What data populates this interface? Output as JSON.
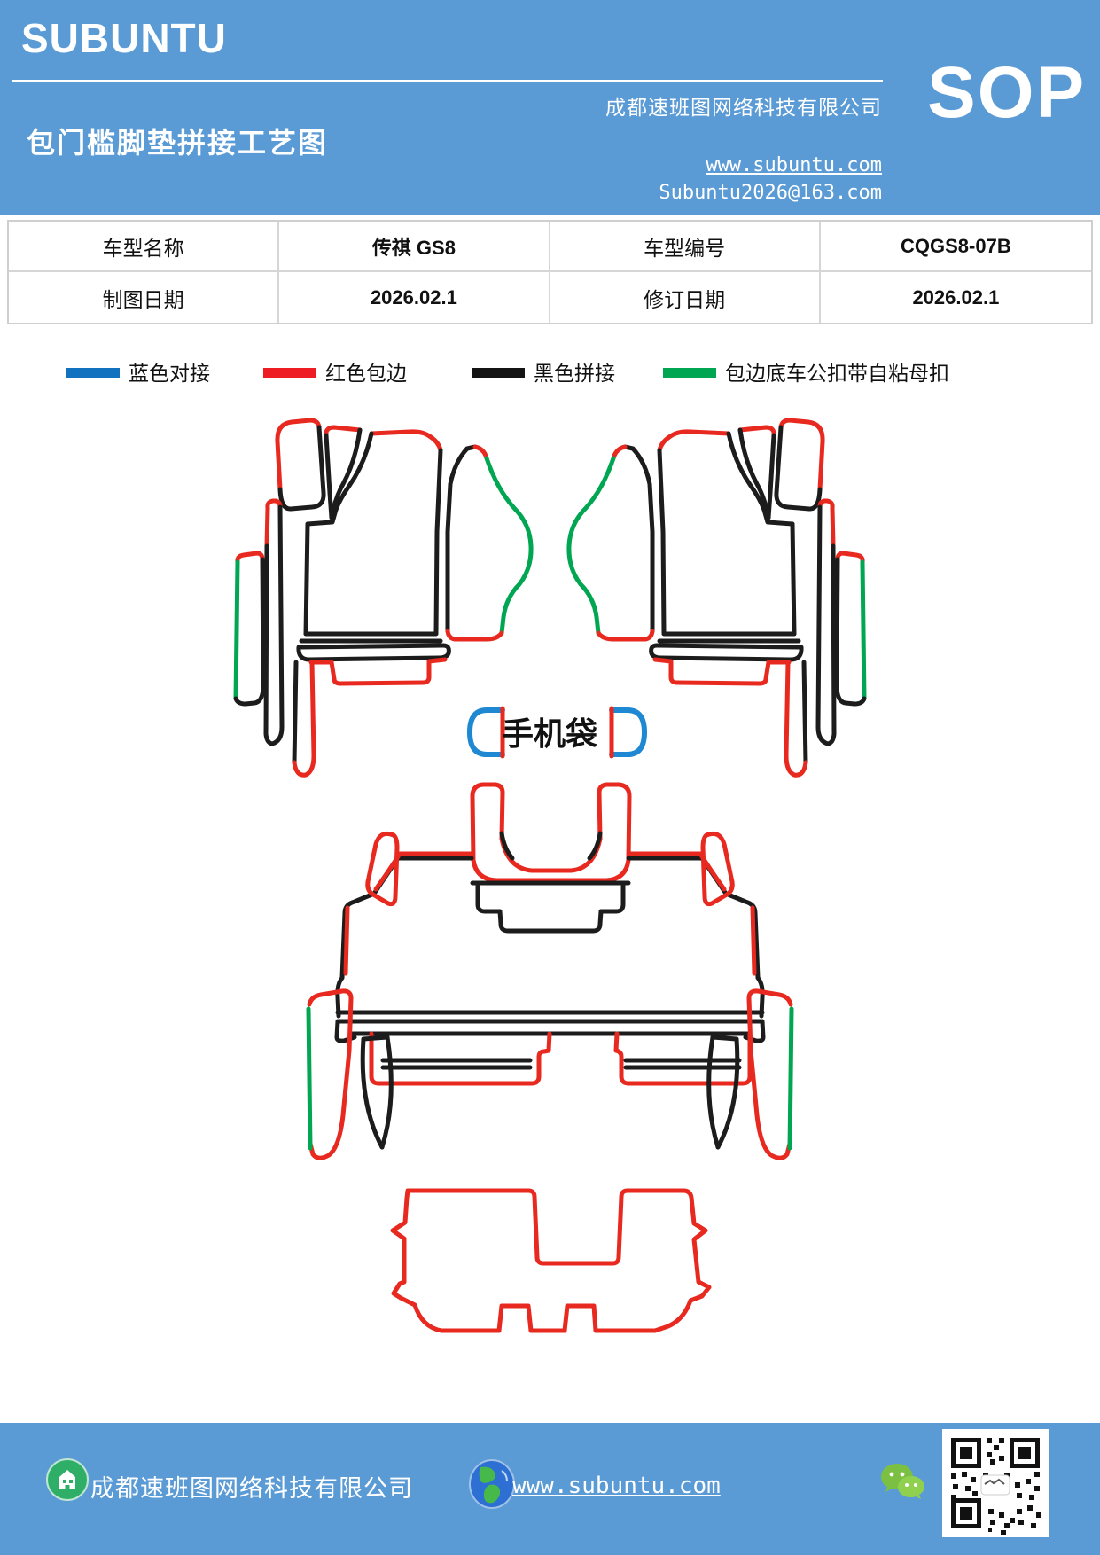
{
  "header": {
    "logo": "SUBUNTU",
    "title": "包门槛脚垫拼接工艺图",
    "company": "成都速班图网络科技有限公司",
    "website": "www.subuntu.com",
    "email": "Subuntu2026@163.com",
    "badge": "SOP"
  },
  "info_table": {
    "rows": [
      {
        "c1": "车型名称",
        "c2": "传祺 GS8",
        "c3": "车型编号",
        "c4": "CQGS8-07B"
      },
      {
        "c1": "制图日期",
        "c2": "2026.02.1",
        "c3": "修订日期",
        "c4": "2026.02.1"
      }
    ]
  },
  "legend": {
    "items": [
      {
        "label": "蓝色对接",
        "color": "#1272c0"
      },
      {
        "label": "红色包边",
        "color": "#ee1c23"
      },
      {
        "label": "黑色拼接",
        "color": "#141414"
      },
      {
        "label": "包边底车公扣带自粘母扣",
        "color": "#00a651"
      }
    ]
  },
  "diagram": {
    "phone_bag_label": "手机袋",
    "stroke_colors": {
      "red": "#e8291f",
      "black": "#1c1c1c",
      "green": "#00a651",
      "blue": "#1e88d2"
    }
  },
  "footer": {
    "company": "成都速班图网络科技有限公司",
    "website": "www.subuntu.com"
  }
}
